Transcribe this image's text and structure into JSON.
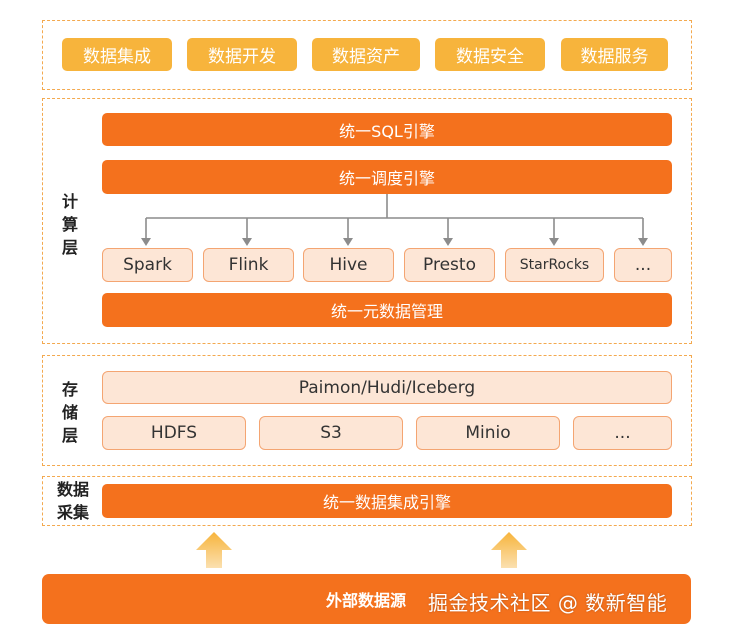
{
  "top_services": [
    "数据集成",
    "数据开发",
    "数据资产",
    "数据安全",
    "数据服务"
  ],
  "compute": {
    "label": "计算层",
    "unified_sql": "统一SQL引擎",
    "unified_scheduler": "统一调度引擎",
    "engines": [
      "Spark",
      "Flink",
      "Hive",
      "Presto",
      "StarRocks",
      "..."
    ],
    "unified_metadata": "统一元数据管理"
  },
  "storage": {
    "label": "存储层",
    "table_formats": "Paimon/Hudi/Iceberg",
    "systems": [
      "HDFS",
      "S3",
      "Minio",
      "..."
    ]
  },
  "collection": {
    "label_line1": "数据",
    "label_line2": "采集",
    "engine": "统一数据集成引擎"
  },
  "source": "外部数据源",
  "watermark": "掘金技术社区 @ 数新智能",
  "colors": {
    "accent_orange": "#f4711d",
    "yellow_chip": "#f7b43c",
    "light_box": "#fde6d6",
    "dashed_border": "#f3a94f",
    "arrow_gray": "#8c8c8c"
  }
}
